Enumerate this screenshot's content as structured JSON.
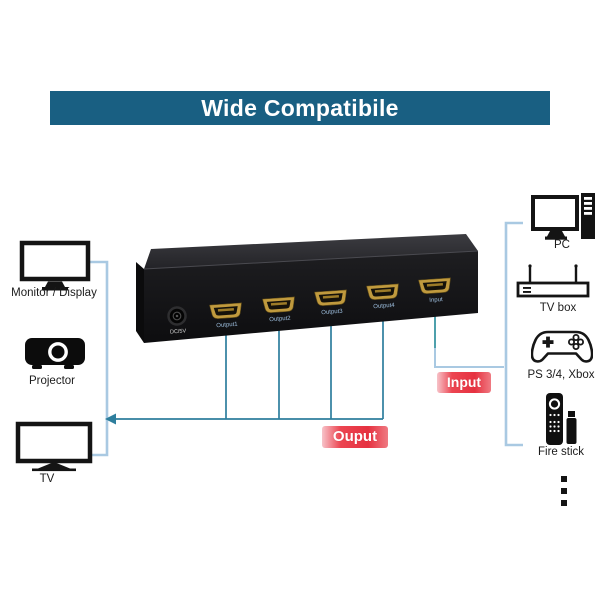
{
  "banner": {
    "title": "Wide Compatibile"
  },
  "device": {
    "power_label": "DC/5V",
    "ports": [
      {
        "label": "Output1"
      },
      {
        "label": "Output2"
      },
      {
        "label": "Output3"
      },
      {
        "label": "Output4"
      },
      {
        "label": "Input"
      }
    ]
  },
  "left_devices": [
    {
      "icon": "monitor-icon",
      "label": "Monitor / Display"
    },
    {
      "icon": "projector-icon",
      "label": "Projector"
    },
    {
      "icon": "tv-icon",
      "label": "TV"
    }
  ],
  "right_devices": [
    {
      "icon": "pc-icon",
      "label": "PC"
    },
    {
      "icon": "tv-box-icon",
      "label": "TV box"
    },
    {
      "icon": "gamepad-icon",
      "label": "PS 3/4, Xbox"
    },
    {
      "icon": "fire-stick-icon",
      "label": "Fire stick"
    }
  ],
  "tags": {
    "output": "Ouput",
    "input": "Input"
  },
  "colors": {
    "banner_bg": "#195f82",
    "line_teal": "#2e7e9d",
    "line_light_blue": "#a9c9e2",
    "tag_red": "#e63140",
    "tag_pink": "#f7c3c9",
    "port_gold": "#c09a3e",
    "port_label_blue": "#9fc0e0"
  }
}
